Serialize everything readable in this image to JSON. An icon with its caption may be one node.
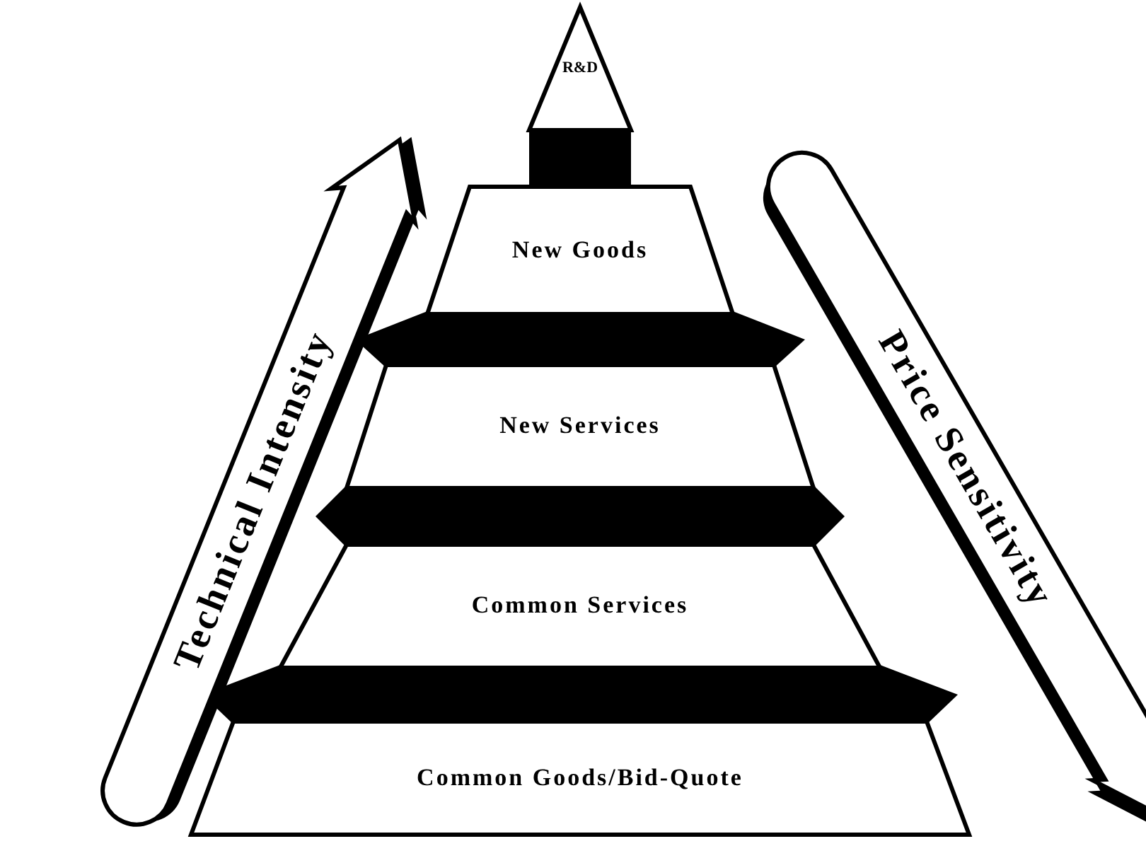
{
  "diagram": {
    "nodes": [
      {
        "text": [
          "R&D"
        ]
      },
      {
        "text": [
          "New Goods"
        ]
      },
      {
        "text": [
          "New Services"
        ]
      },
      {
        "text": [
          "Common Services"
        ]
      },
      {
        "text": [
          "Common Goods/Bid-Quote"
        ]
      },
      {
        "text": [
          "Technical Intensity"
        ]
      },
      {
        "text": [
          "Price Sensitivity"
        ]
      }
    ]
  }
}
